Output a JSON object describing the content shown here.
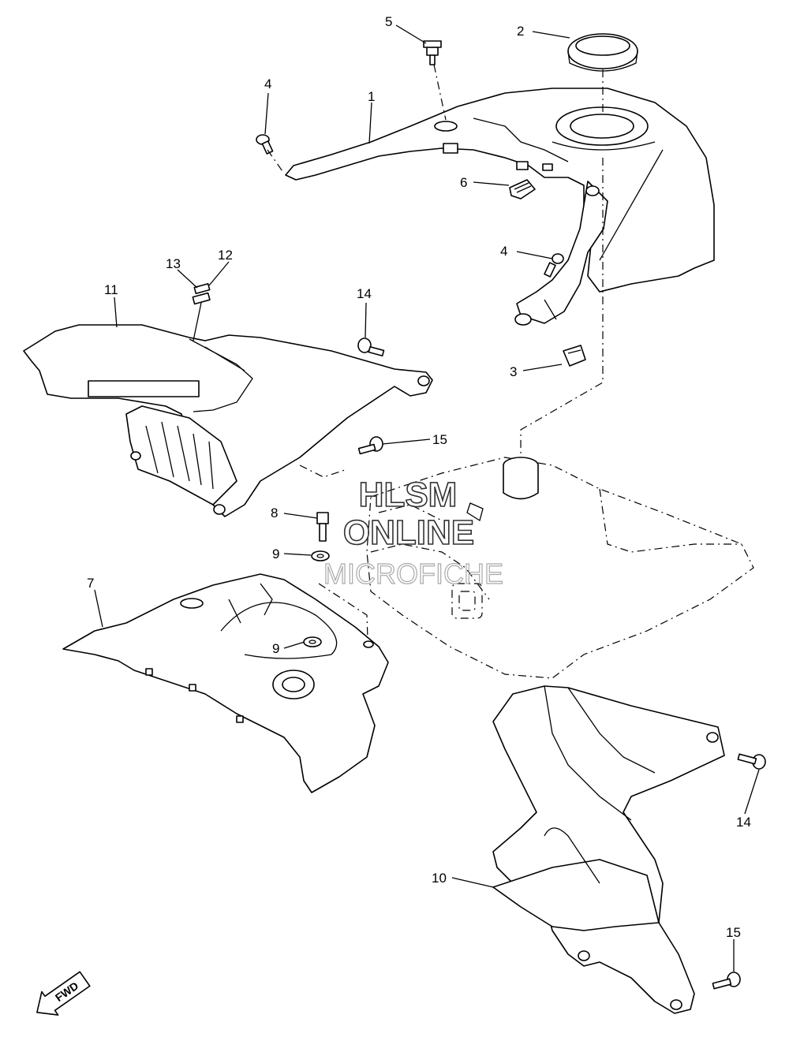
{
  "labels": [
    {
      "id": "lbl-2",
      "text": "2"
    },
    {
      "id": "lbl-5",
      "text": "5"
    },
    {
      "id": "lbl-4a",
      "text": "4"
    },
    {
      "id": "lbl-1",
      "text": "1"
    },
    {
      "id": "lbl-6",
      "text": "6"
    },
    {
      "id": "lbl-4b",
      "text": "4"
    },
    {
      "id": "lbl-13",
      "text": "13"
    },
    {
      "id": "lbl-12",
      "text": "12"
    },
    {
      "id": "lbl-11",
      "text": "11"
    },
    {
      "id": "lbl-14a",
      "text": "14"
    },
    {
      "id": "lbl-3",
      "text": "3"
    },
    {
      "id": "lbl-15a",
      "text": "15"
    },
    {
      "id": "lbl-8",
      "text": "8"
    },
    {
      "id": "lbl-9a",
      "text": "9"
    },
    {
      "id": "lbl-7",
      "text": "7"
    },
    {
      "id": "lbl-9b",
      "text": "9"
    },
    {
      "id": "lbl-14b",
      "text": "14"
    },
    {
      "id": "lbl-10",
      "text": "10"
    },
    {
      "id": "lbl-15b",
      "text": "15"
    }
  ],
  "watermark": {
    "line1": "HLSM",
    "line2": "ONLINE",
    "line3": "MICROFICHE"
  },
  "direction_badge": "FWD"
}
